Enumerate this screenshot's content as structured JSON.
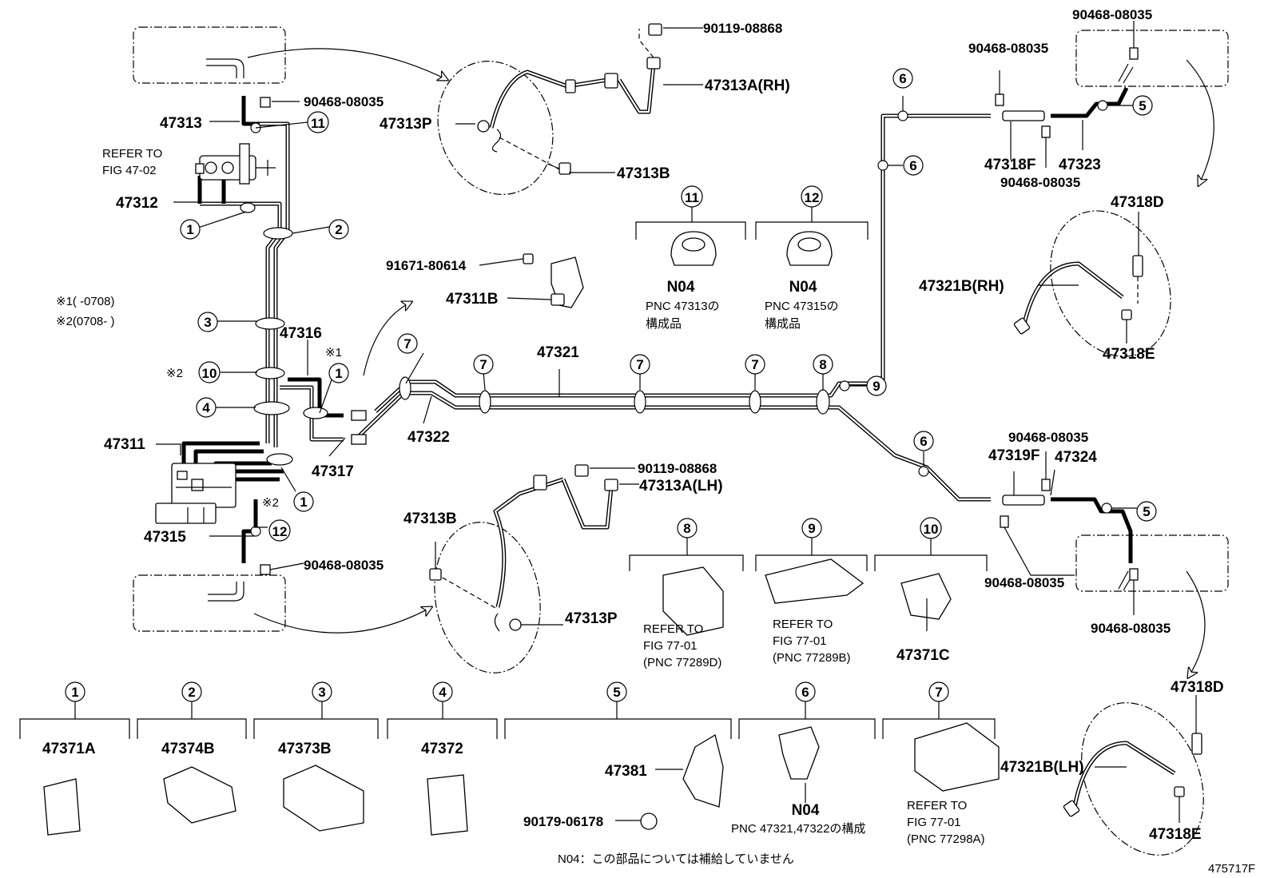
{
  "diagram": {
    "part_numbers": {
      "p47313": "47313",
      "p47313p_top": "47313P",
      "p47313a_rh": "47313A(RH)",
      "p47313b_top": "47313B",
      "p47312": "47312",
      "p47316": "47316",
      "p47311": "47311",
      "p47317": "47317",
      "p47315": "47315",
      "p47322": "47322",
      "p47321": "47321",
      "p47311b": "47311B",
      "p47313b_bot": "47313B",
      "p47313a_lh": "47313A(LH)",
      "p47313p_bot": "47313P",
      "p47318f": "47318F",
      "p47323": "47323",
      "p47318d_top": "47318D",
      "p47321b_rh": "47321B(RH)",
      "p47318e_top": "47318E",
      "p47319f": "47319F",
      "p47324": "47324",
      "p47318d_bot": "47318D",
      "p47321b_lh": "47321B(LH)",
      "p47318e_bot": "47318E",
      "p47371c": "47371C",
      "p47371a": "47371A",
      "p47374b": "47374B",
      "p47373b": "47373B",
      "p47372": "47372",
      "p47381": "47381",
      "n90468_a": "90468-08035",
      "n90468_b": "90468-08035",
      "n90468_c": "90468-08035",
      "n90468_d": "90468-08035",
      "n90468_e": "90468-08035",
      "n90468_f": "90468-08035",
      "n90468_g": "90468-08035",
      "n90468_h": "90468-08035",
      "n90119_top": "90119-08868",
      "n90119_bot": "90119-08868",
      "n91671": "91671-80614",
      "n90179": "90179-06178"
    },
    "notes": {
      "refer_to": "REFER TO",
      "fig_47_02": "FIG 47-02",
      "fig_77_01": "FIG 77-01",
      "pnc_77289d": "(PNC 77289D)",
      "pnc_77289b": "(PNC 77289B)",
      "pnc_77298a": "(PNC 77298A)",
      "range1": "※1(    -0708)",
      "range2": "※2(0708-    )",
      "mark1": "※1",
      "mark2": "※2",
      "n04": "N04",
      "pnc_47313": "PNC 47313の",
      "pnc_47315": "PNC 47315の",
      "kouseihin": "構成品",
      "pnc_47321_47322": "PNC 47321,47322の構成",
      "footer": "N04：この部品については補給していません",
      "fig_code": "475717F"
    },
    "callouts": [
      "1",
      "2",
      "3",
      "4",
      "5",
      "6",
      "7",
      "8",
      "9",
      "10",
      "11",
      "12"
    ]
  }
}
